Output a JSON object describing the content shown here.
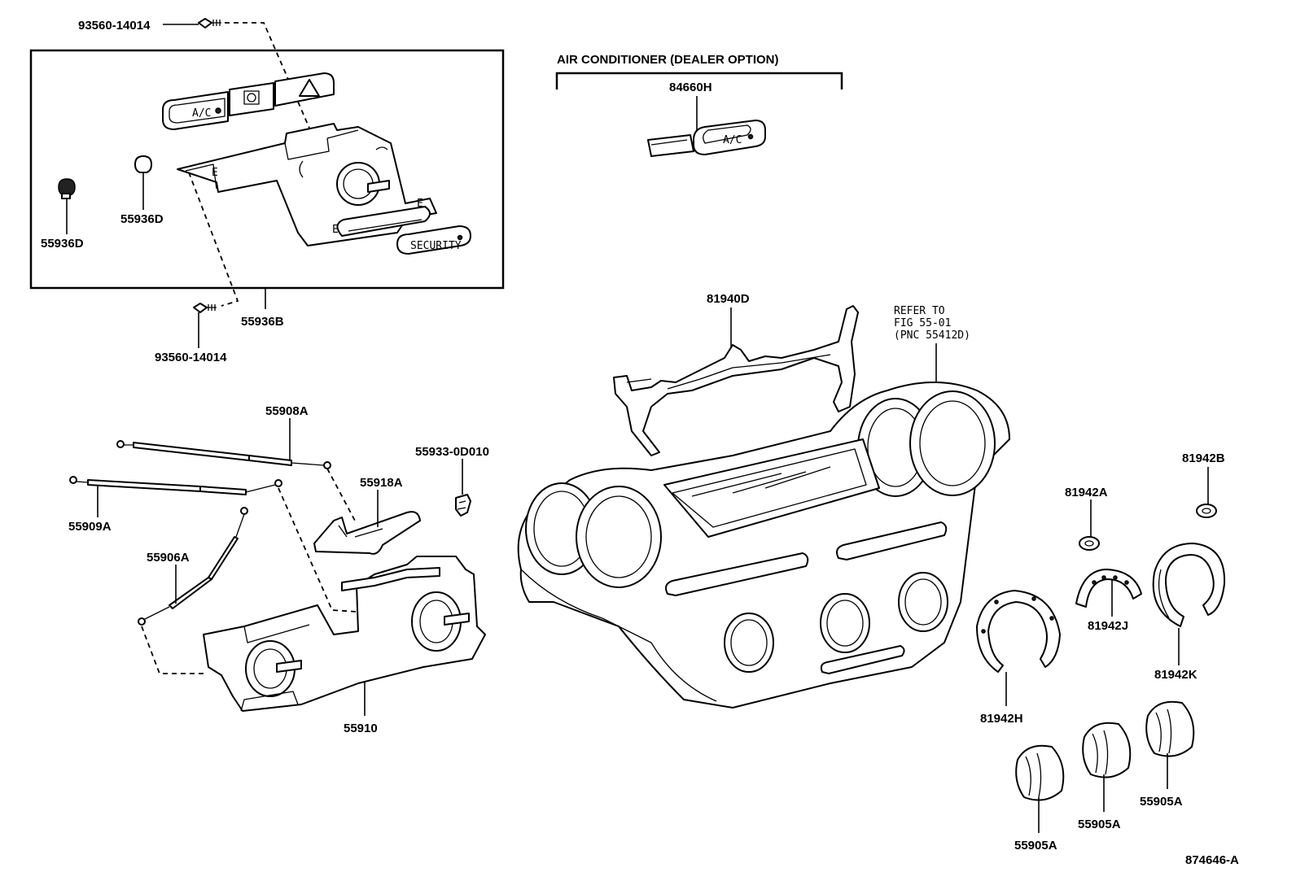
{
  "labels": {
    "p93560_top": "93560-14014",
    "p93560_bottom": "93560-14014",
    "p55936D_left": "55936D",
    "p55936D_right": "55936D",
    "p55936B": "55936B",
    "ac_header": "AIR CONDITIONER (DEALER OPTION)",
    "p84660H": "84660H",
    "p81940D": "81940D",
    "refer_line1": "REFER TO",
    "refer_line2": "FIG 55-01",
    "refer_line3": "(PNC 55412D)",
    "p55908A": "55908A",
    "p55933": "55933-0D010",
    "p55918A": "55918A",
    "p55909A": "55909A",
    "p55906A": "55906A",
    "p55910": "55910",
    "p81942B": "81942B",
    "p81942A": "81942A",
    "p81942J": "81942J",
    "p81942K": "81942K",
    "p81942H": "81942H",
    "p55905A_1": "55905A",
    "p55905A_2": "55905A",
    "p55905A_3": "55905A",
    "figure_id": "874646-A"
  },
  "part_text": {
    "ac_button": "A/C",
    "ac_button_option": "A/C",
    "security_button": "SECURITY"
  }
}
